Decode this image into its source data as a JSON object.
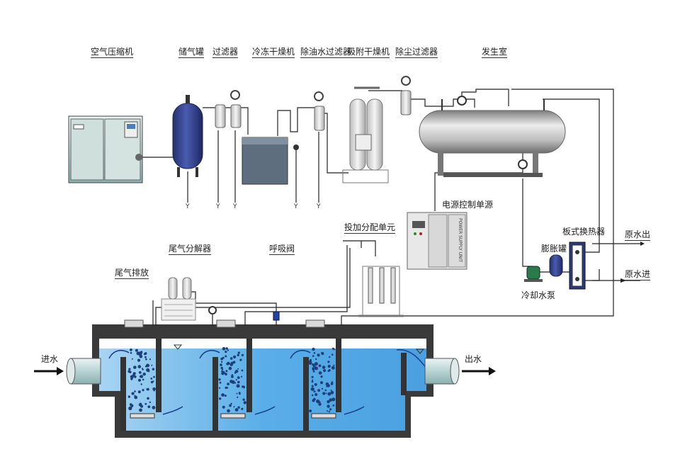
{
  "labels": {
    "air_compressor": "空气压缩机",
    "air_tank": "储气罐",
    "filter": "过滤器",
    "freeze_dryer": "冷冻干燥机",
    "oil_filter": "除油水过滤器",
    "adsorption_dryer": "吸附干燥机",
    "dust_filter": "除尘过滤器",
    "generator_room": "发生室",
    "power_unit": "电源控制单源",
    "dosing_unit": "投加分配单元",
    "plate_exchanger": "板式换热器",
    "raw_water_out": "原水出",
    "expansion_tank": "膨胀罐",
    "raw_water_in": "原水进",
    "cooling_pump": "冷却水泵",
    "tail_gas_decomposer": "尾气分解器",
    "breather_valve": "呼吸阀",
    "tail_gas_exhaust": "尾气排放",
    "water_in": "进水",
    "water_out": "出水",
    "power_panel_text": "POWER SUPPLY UNIT",
    "drain_mark": "Y"
  },
  "colors": {
    "water": "#5aaee8",
    "tank_body": "#3a4a9a",
    "compressor": "#c9d9d4",
    "pipe": "#222222",
    "tank_wall": "#3a3a3a"
  }
}
